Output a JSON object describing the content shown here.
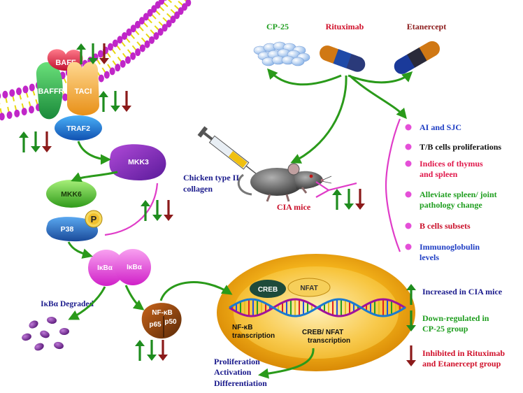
{
  "drugs": {
    "cp25": "CP-25",
    "rituximab": "Rituximab",
    "etanercept": "Etanercept"
  },
  "receptors": {
    "baff": "BAFF",
    "baffr": "BAFFR",
    "taci": "TACI",
    "traf2": "TRAF2"
  },
  "pathway": {
    "mkk3": "MKK3",
    "mkk6": "MKK6",
    "p38": "P38",
    "p_badge": "P",
    "ikba_1": "IκBα",
    "ikba_2": "IκBα",
    "ikba_degraded": "IκBα Degraded",
    "nfkb": "NF-κB",
    "p65": "p65",
    "p50": "p50"
  },
  "nucleus": {
    "creb": "CREB",
    "nfat": "NFAT",
    "nfkb_transcription": [
      "NF-κB",
      "transcription"
    ],
    "crebnfat_transcription": [
      "CREB/ NFAT",
      "transcription"
    ]
  },
  "outcomes": [
    "Proliferation",
    "Activation",
    "Differentiation"
  ],
  "mouse": {
    "collagen_label": [
      "Chicken type II",
      "collagen"
    ],
    "cia_label": "CIA mice"
  },
  "effects": [
    {
      "lines": [
        "AI and SJC"
      ],
      "color": "#1f3ec4"
    },
    {
      "lines": [
        "T/B cells proliferations"
      ],
      "color": "#111111"
    },
    {
      "lines": [
        "Indices of thymus",
        "and spleen"
      ],
      "color": "#e0184b"
    },
    {
      "lines": [
        "Alleviate spleen/ joint",
        "pathology change"
      ],
      "color": "#1f9e1f"
    },
    {
      "lines": [
        "B cells subsets"
      ],
      "color": "#c9102a"
    },
    {
      "lines": [
        "Immunoglobulin",
        "levels"
      ],
      "color": "#1f3ec4"
    }
  ],
  "legend": [
    {
      "lines": [
        "Increased in CIA mice"
      ],
      "color": "#1a1a8c",
      "arrow": "up",
      "arrow_color": "#1e8c1e"
    },
    {
      "lines": [
        "Down-regulated in",
        "CP-25 group"
      ],
      "color": "#1f9e1f",
      "arrow": "down",
      "arrow_color": "#1e8c1e"
    },
    {
      "lines": [
        "Inhibited in Rituximab",
        "and Etanercept group"
      ],
      "color": "#d0102a",
      "arrow": "down",
      "arrow_color": "#8b1a1a"
    }
  ],
  "colors": {
    "flow_arrow": "#2a9a1a",
    "effect_bracket": "#e03cc8",
    "effect_bullet": "#e54fd8",
    "nucleus": "#f0a818",
    "membrane_head": "#c026c8",
    "membrane_tail": "#e8d810",
    "indicator_up": "#1e8c1e",
    "indicator_red": "#8b1a1a"
  }
}
